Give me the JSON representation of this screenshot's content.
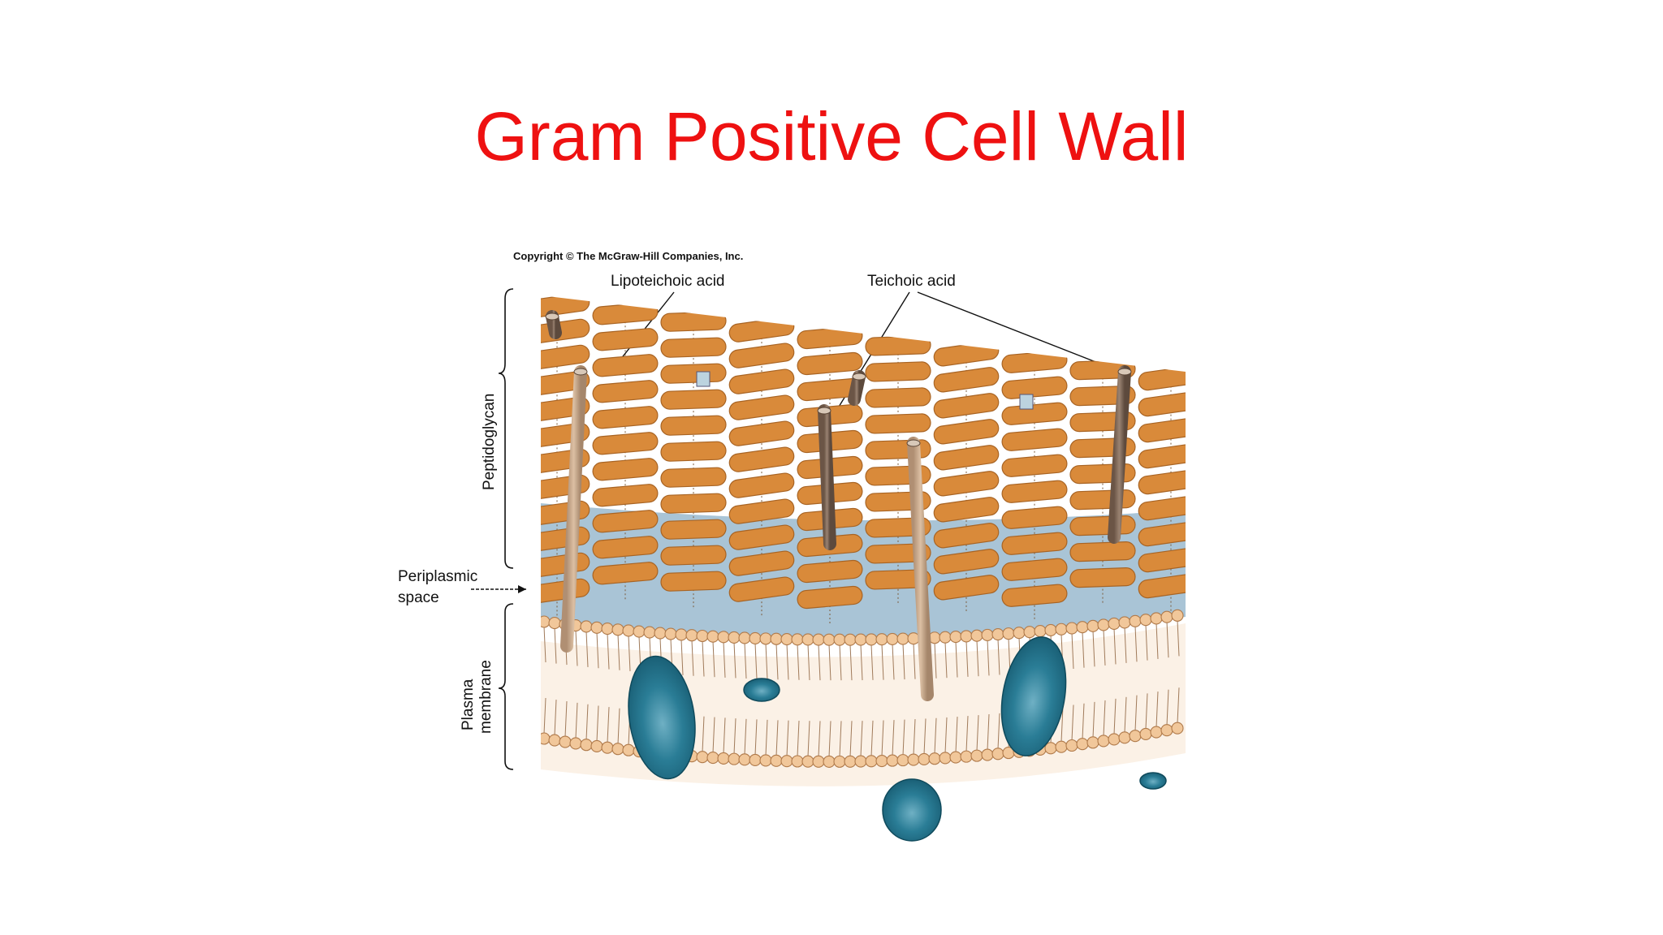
{
  "slide": {
    "title": "Gram Positive Cell Wall"
  },
  "figure": {
    "copyright": "Copyright © The McGraw-Hill Companies, Inc.",
    "labels": {
      "lipoteichoic_acid": "Lipoteichoic acid",
      "teichoic_acid": "Teichoic acid",
      "peptidoglycan": "Peptidoglycan",
      "periplasmic_line1": "Periplasmic",
      "periplasmic_line2": "space",
      "plasma_line1": "Plasma",
      "plasma_line2": "membrane"
    },
    "colors": {
      "title": "#ee1111",
      "peptidoglycan_strand": "#d98a3a",
      "periplasm": "#a9c4d6",
      "lipid_head": "#f1c79a",
      "membrane_protein": "#1f6e86",
      "teichoic_rod": "#8a7464",
      "lipoteichoic_rod": "#c9a88a"
    }
  }
}
